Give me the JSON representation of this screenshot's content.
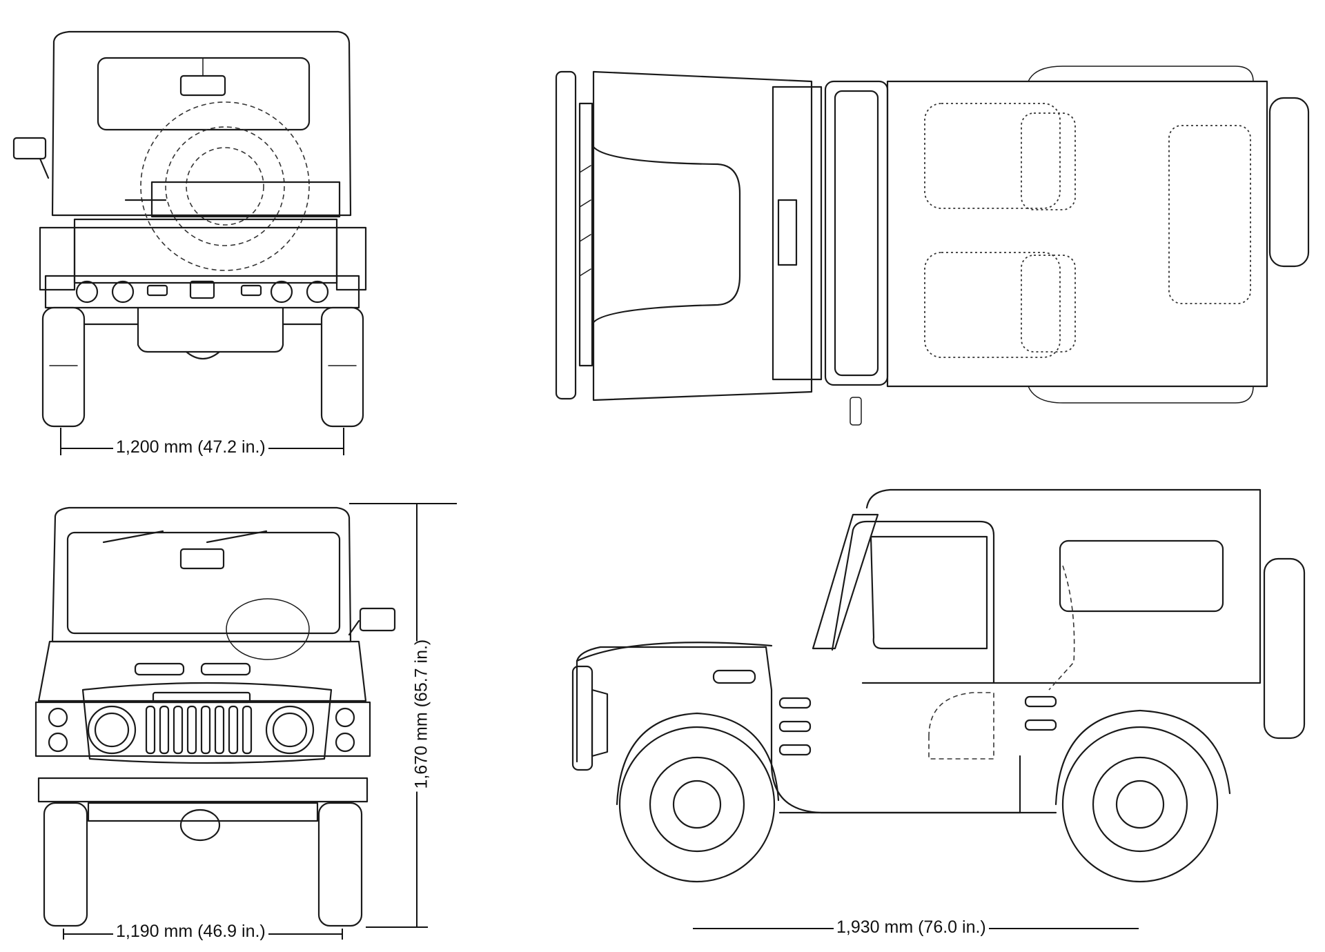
{
  "dimensions": {
    "rear_track": "1,200 mm (47.2 in.)",
    "front_track": "1,190 mm (46.9 in.)",
    "height": "1,670 mm (65.7 in.)",
    "wheelbase": "1,930 mm (76.0 in.)"
  },
  "colors": {
    "line": "#1a1a1a",
    "background": "#ffffff"
  }
}
